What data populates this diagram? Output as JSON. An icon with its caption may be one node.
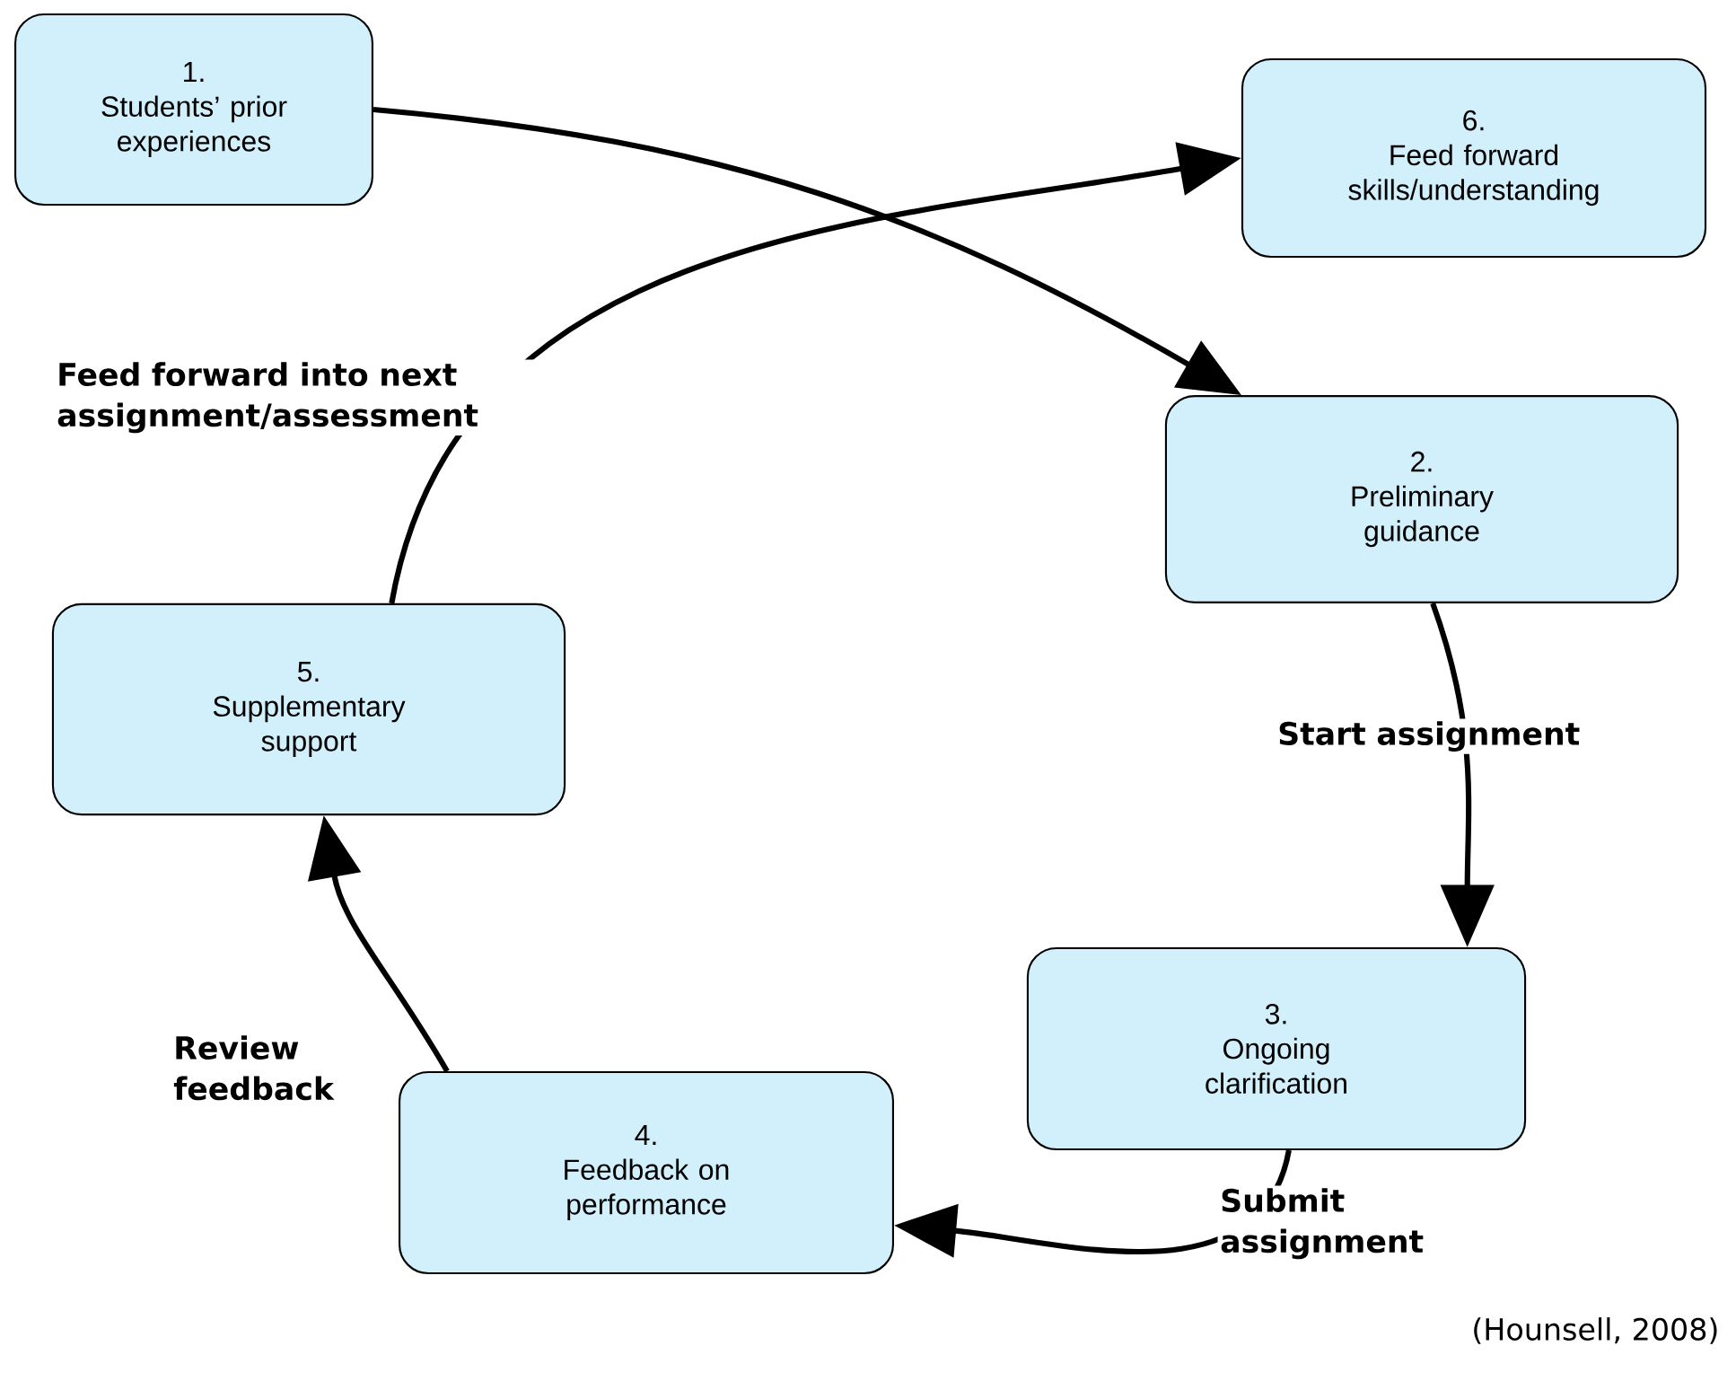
{
  "diagram": {
    "caption": "(Hounsell, 2008)",
    "nodes": [
      {
        "text": [
          "1.",
          "Students’ prior experiences"
        ]
      },
      {
        "text": [
          "6.",
          "Feed forward skills/understanding"
        ]
      },
      {
        "text": [
          "2.",
          "Preliminary guidance"
        ]
      },
      {
        "text": [
          "3.",
          "Ongoing clarification"
        ]
      },
      {
        "text": [
          "4.",
          "Feedback on performance"
        ]
      },
      {
        "text": [
          "5.",
          "Supplementary support"
        ]
      }
    ],
    "edges": [
      {
        "from": 0,
        "to": 2,
        "arrow": "to"
      },
      {
        "from": 5,
        "to": 1,
        "arrow": "to",
        "label": "Feed forward into next assignment/assessment"
      },
      {
        "from": 2,
        "to": 3,
        "arrow": "to",
        "label": "Start assignment"
      },
      {
        "from": 3,
        "to": 4,
        "arrow": "to",
        "label": "Submit assignment"
      },
      {
        "from": 4,
        "to": 5,
        "arrow": "to",
        "label": "Review feedback"
      }
    ]
  }
}
